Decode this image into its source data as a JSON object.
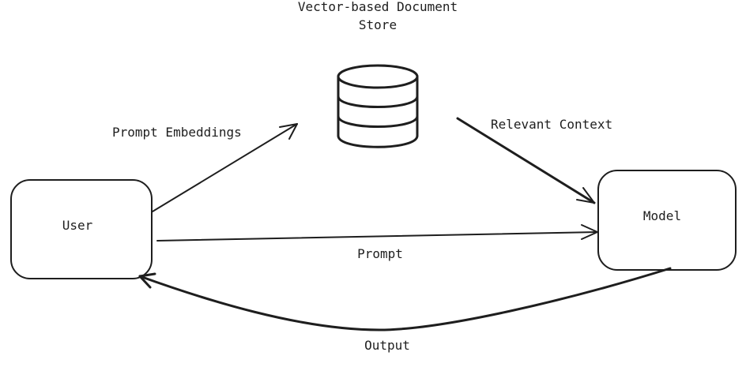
{
  "diagram": {
    "store": {
      "title_line1": "Vector-based Document",
      "title_line2": "Store",
      "icon": "database-icon"
    },
    "nodes": {
      "user": {
        "label": "User"
      },
      "model": {
        "label": "Model"
      }
    },
    "edges": {
      "prompt_embeddings": {
        "label": "Prompt Embeddings"
      },
      "relevant_context": {
        "label": "Relevant Context"
      },
      "prompt": {
        "label": "Prompt"
      },
      "output": {
        "label": "Output"
      }
    },
    "colors": {
      "stroke": "#1e1e1e",
      "background": "#ffffff"
    }
  }
}
